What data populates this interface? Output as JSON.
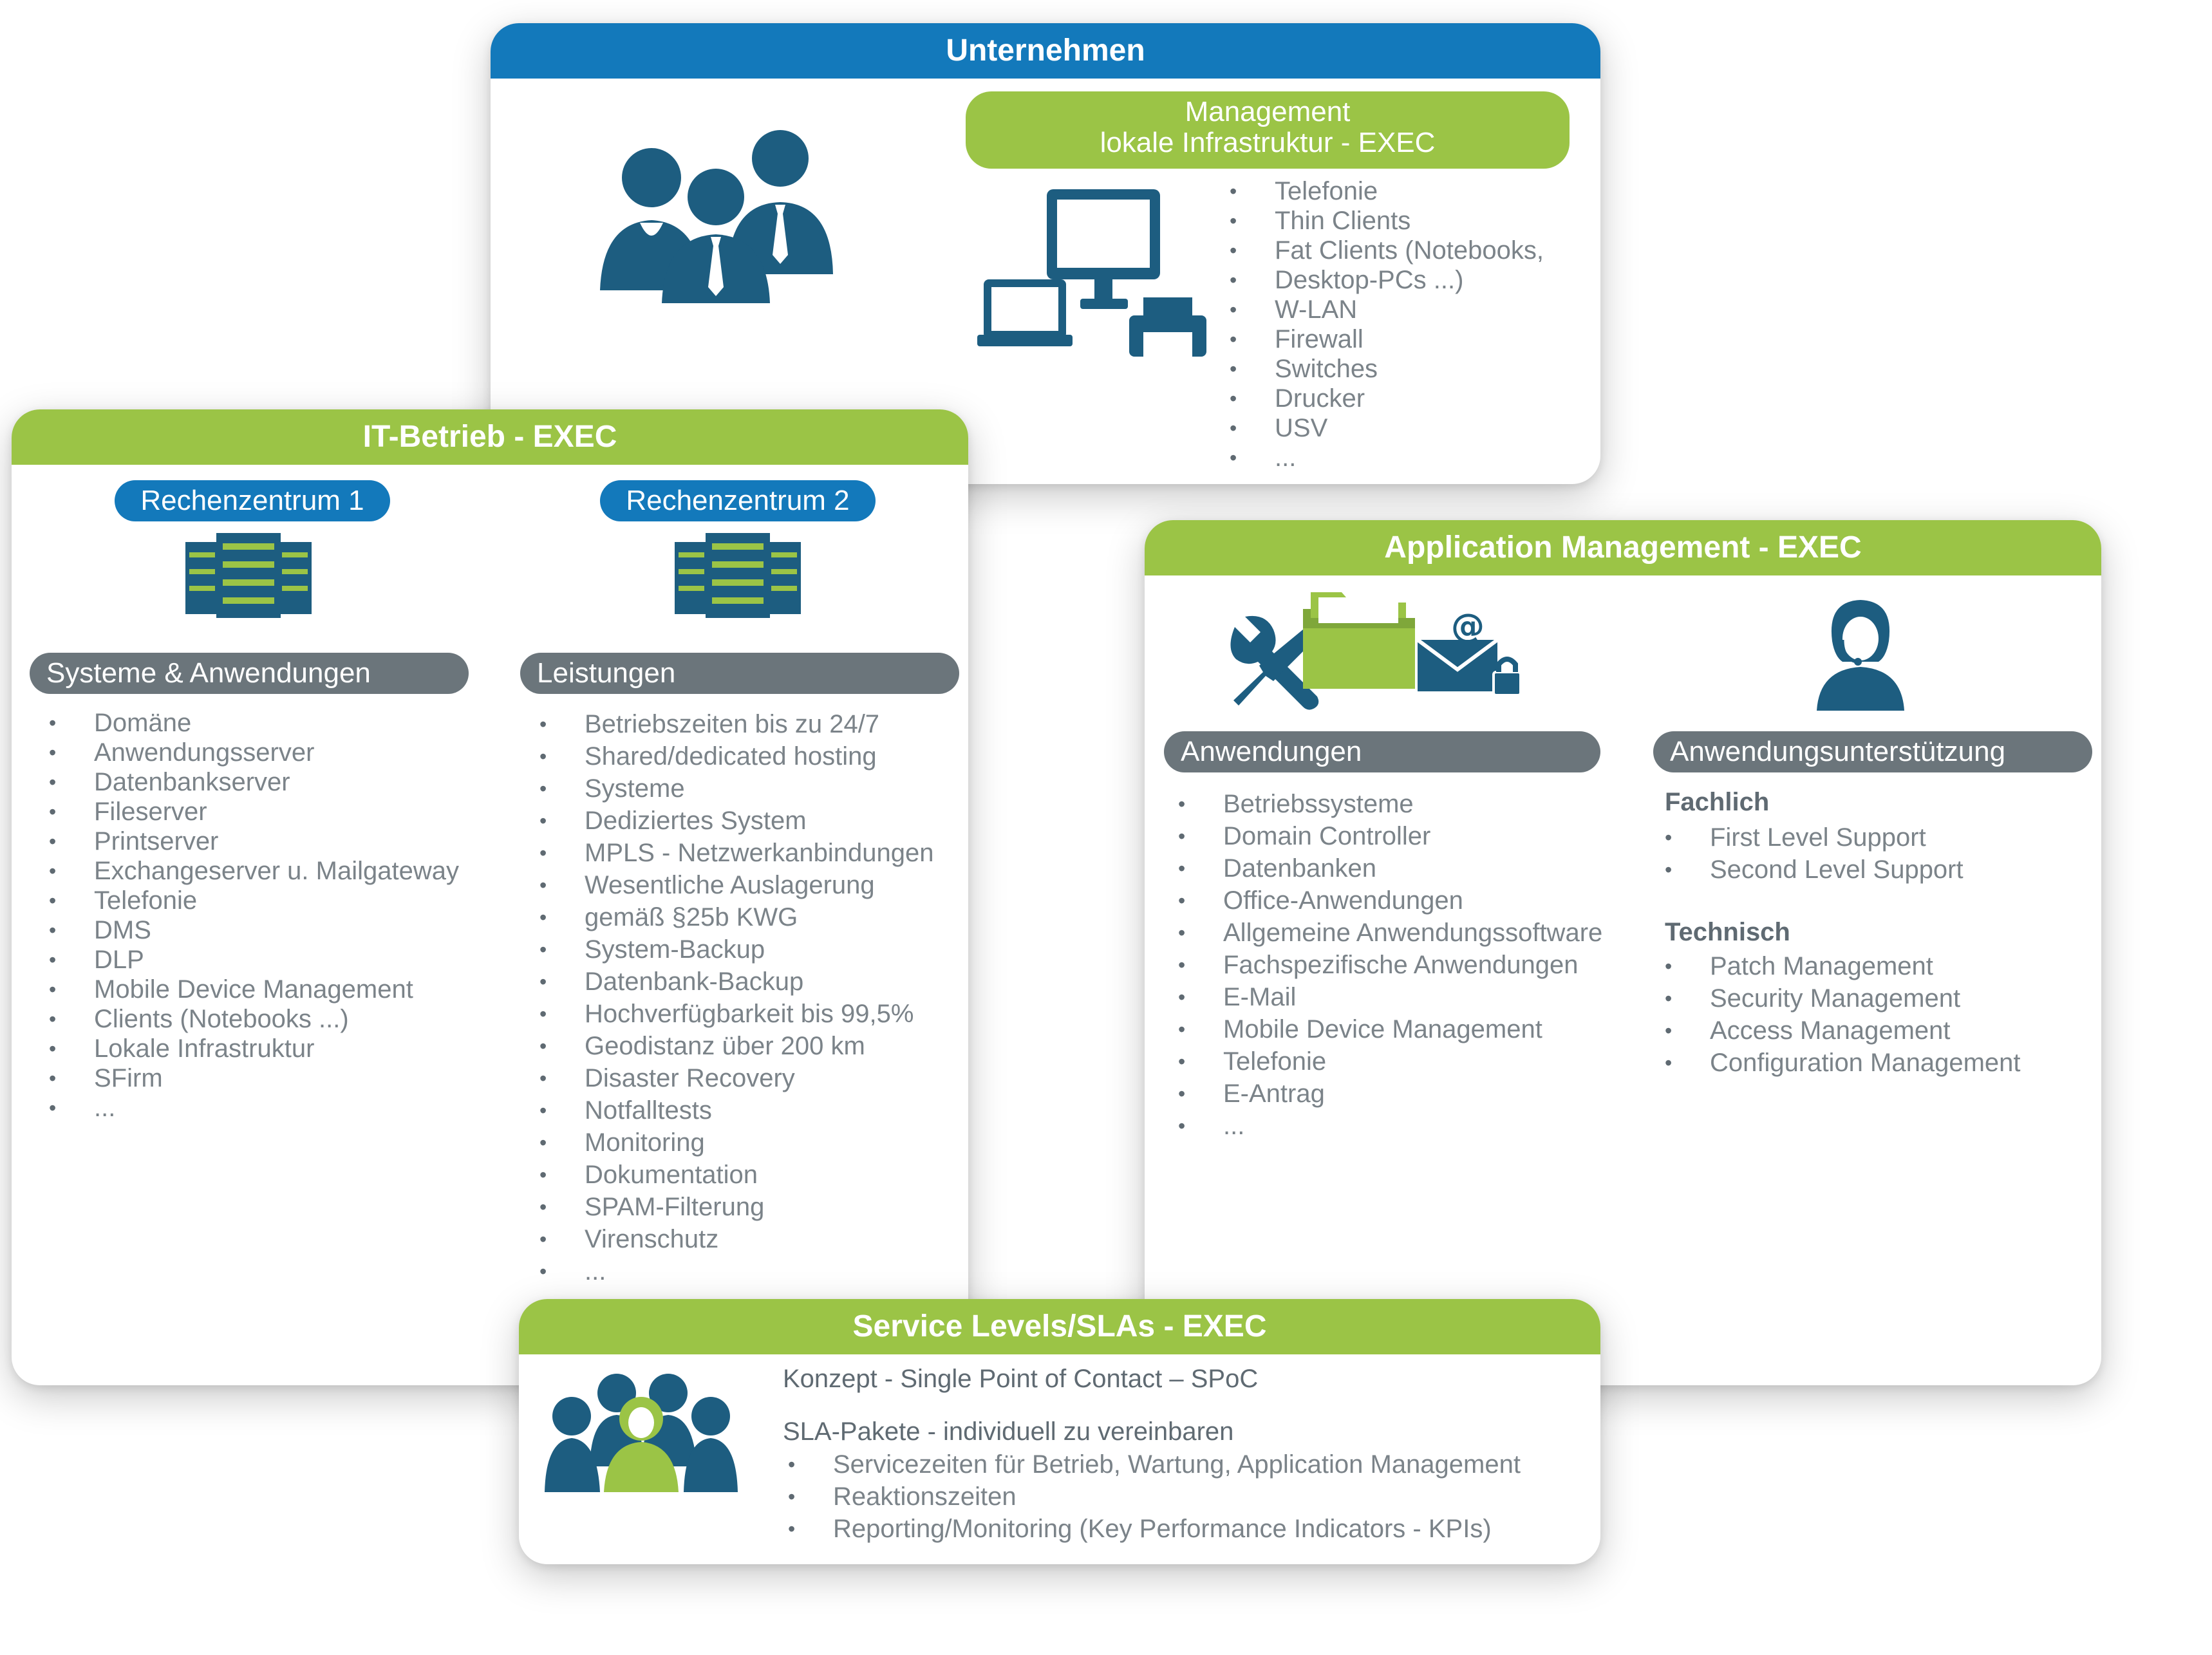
{
  "unternehmen": {
    "title": "Unternehmen",
    "management_line1": "Management",
    "management_line2": "lokale Infrastruktur - EXEC",
    "items": [
      "Telefonie",
      "Thin Clients",
      "Fat Clients (Notebooks,",
      "Desktop-PCs ...)",
      "W-LAN",
      "Firewall",
      "Switches",
      "Drucker",
      "USV",
      "..."
    ]
  },
  "it_betrieb": {
    "title": "IT-Betrieb - EXEC",
    "rz1": "Rechenzentrum 1",
    "rz2": "Rechenzentrum 2",
    "systeme_title": "Systeme & Anwendungen",
    "systeme_items": [
      "Domäne",
      "Anwendungsserver",
      "Datenbankserver",
      "Fileserver",
      "Printserver",
      "Exchangeserver u. Mailgateway",
      "Telefonie",
      "DMS",
      "DLP",
      "Mobile Device Management",
      "Clients (Notebooks ...)",
      "Lokale Infrastruktur",
      "SFirm",
      "..."
    ],
    "leistungen_title": "Leistungen",
    "leistungen_items": [
      "Betriebszeiten bis zu 24/7",
      "Shared/dedicated hosting",
      "Systeme",
      "Dediziertes System",
      "MPLS - Netzwerkanbindungen",
      "Wesentliche Auslagerung",
      "gemäß §25b KWG",
      "System-Backup",
      "Datenbank-Backup",
      "Hochverfügbarkeit bis 99,5%",
      "Geodistanz über 200 km",
      "Disaster Recovery",
      "Notfalltests",
      "Monitoring",
      "Dokumentation",
      "SPAM-Filterung",
      "Virenschutz",
      "..."
    ]
  },
  "application_management": {
    "title": "Application Management - EXEC",
    "anwendungen_title": "Anwendungen",
    "anwendungen_items": [
      "Betriebssysteme",
      "Domain Controller",
      "Datenbanken",
      "Office-Anwendungen",
      "Allgemeine Anwendungssoftware",
      "Fachspezifische Anwendungen",
      "E-Mail",
      "Mobile Device Management",
      "Telefonie",
      "E-Antrag",
      "..."
    ],
    "support_title": "Anwendungsunterstützung",
    "fachlich_title": "Fachlich",
    "fachlich_items": [
      "First Level Support",
      "Second Level Support"
    ],
    "technisch_title": "Technisch",
    "technisch_items": [
      "Patch Management",
      "Security Management",
      "Access Management",
      "Configuration Management"
    ]
  },
  "sla": {
    "title": "Service Levels/SLAs - EXEC",
    "konzept": "Konzept - Single Point of Contact – SPoC",
    "pakete": "SLA-Pakete - individuell zu vereinbaren",
    "items": [
      "Servicezeiten für Betrieb, Wartung, Application Management",
      "Reaktionszeiten",
      "Reporting/Monitoring (Key Performance Indicators - KPIs)"
    ]
  },
  "colors": {
    "blue": "#1379bb",
    "green": "#9bc446",
    "dark_teal": "#1d5d80",
    "grey": "#6b757b"
  },
  "icons": [
    "people-group-icon",
    "computer-devices-icon",
    "server-rack-icon",
    "tools-icon",
    "folder-icon",
    "email-lock-icon",
    "support-agent-icon",
    "service-team-icon"
  ]
}
